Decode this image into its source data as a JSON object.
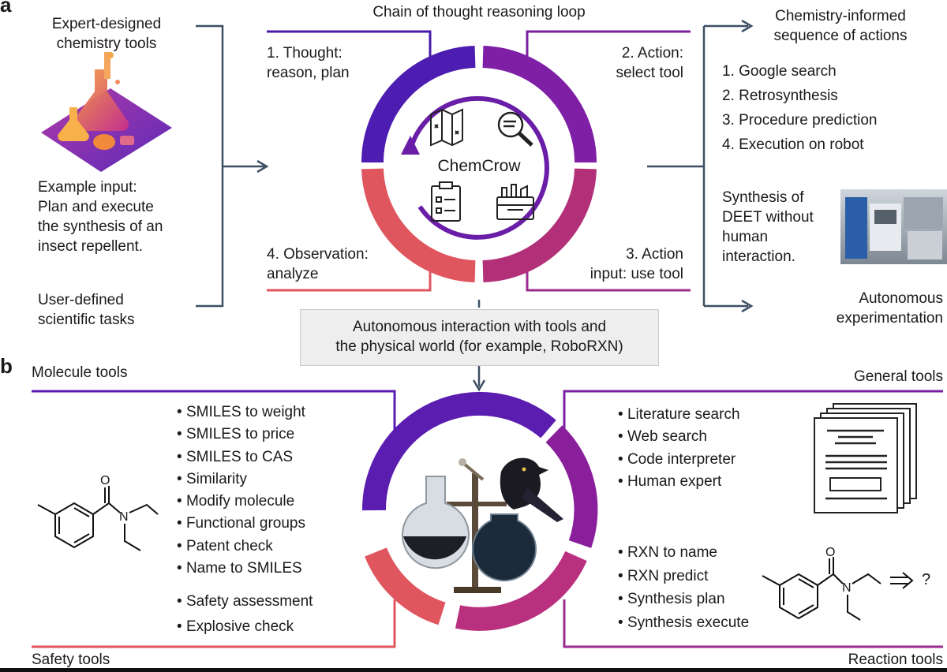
{
  "panel_a": {
    "label": "a",
    "loop_title": "Chain of thought reasoning loop",
    "left": {
      "tools_caption": "Expert-designed\nchemistry tools",
      "example_input": "Example input:\nPlan and execute\nthe synthesis of an\ninsect repellent.",
      "user_tasks": "User-defined\nscientific tasks"
    },
    "center": {
      "name": "ChemCrow",
      "step1": "1. Thought:\nreason, plan",
      "step2": "2. Action:\nselect tool",
      "step3": "3. Action\ninput: use tool",
      "step4": "4. Observation:\nanalyze",
      "icons": [
        "map-icon",
        "magnifier-icon",
        "checklist-icon",
        "toolbox-icon"
      ]
    },
    "right": {
      "sequence_title": "Chemistry-informed\nsequence of actions",
      "actions": [
        "1. Google search",
        "2. Retrosynthesis",
        "3. Procedure prediction",
        "4. Execution on robot"
      ],
      "deet": "Synthesis of\nDEET without\nhuman\ninteraction.",
      "autonomous": "Autonomous\nexperimentation"
    },
    "interaction_box": "Autonomous interaction with tools and\nthe physical world (for example, RoboRXN)"
  },
  "panel_b": {
    "label": "b",
    "molecule_tools_title": "Molecule tools",
    "general_tools_title": "General tools",
    "safety_tools_title": "Safety tools",
    "reaction_tools_title": "Reaction tools",
    "molecule_tools": [
      "SMILES to weight",
      "SMILES to price",
      "SMILES to CAS",
      "Similarity",
      "Modify molecule",
      "Functional groups",
      "Patent check",
      "Name to SMILES"
    ],
    "safety_tools": [
      "Safety assessment",
      "Explosive check"
    ],
    "general_tools": [
      "Literature search",
      "Web search",
      "Code interpreter",
      "Human expert"
    ],
    "reaction_tools": [
      "RXN to name",
      "RXN predict",
      "Synthesis plan",
      "Synthesis execute"
    ],
    "molecule_labels": {
      "oxygen": "O",
      "nitrogen": "N",
      "question": "?"
    }
  },
  "colors": {
    "line": "#3d4f63",
    "purple_dark": "#4a1aa8",
    "purple": "#7a1fa2",
    "magenta": "#9c2b8f",
    "rose": "#c73a6b",
    "red": "#e0565f"
  }
}
